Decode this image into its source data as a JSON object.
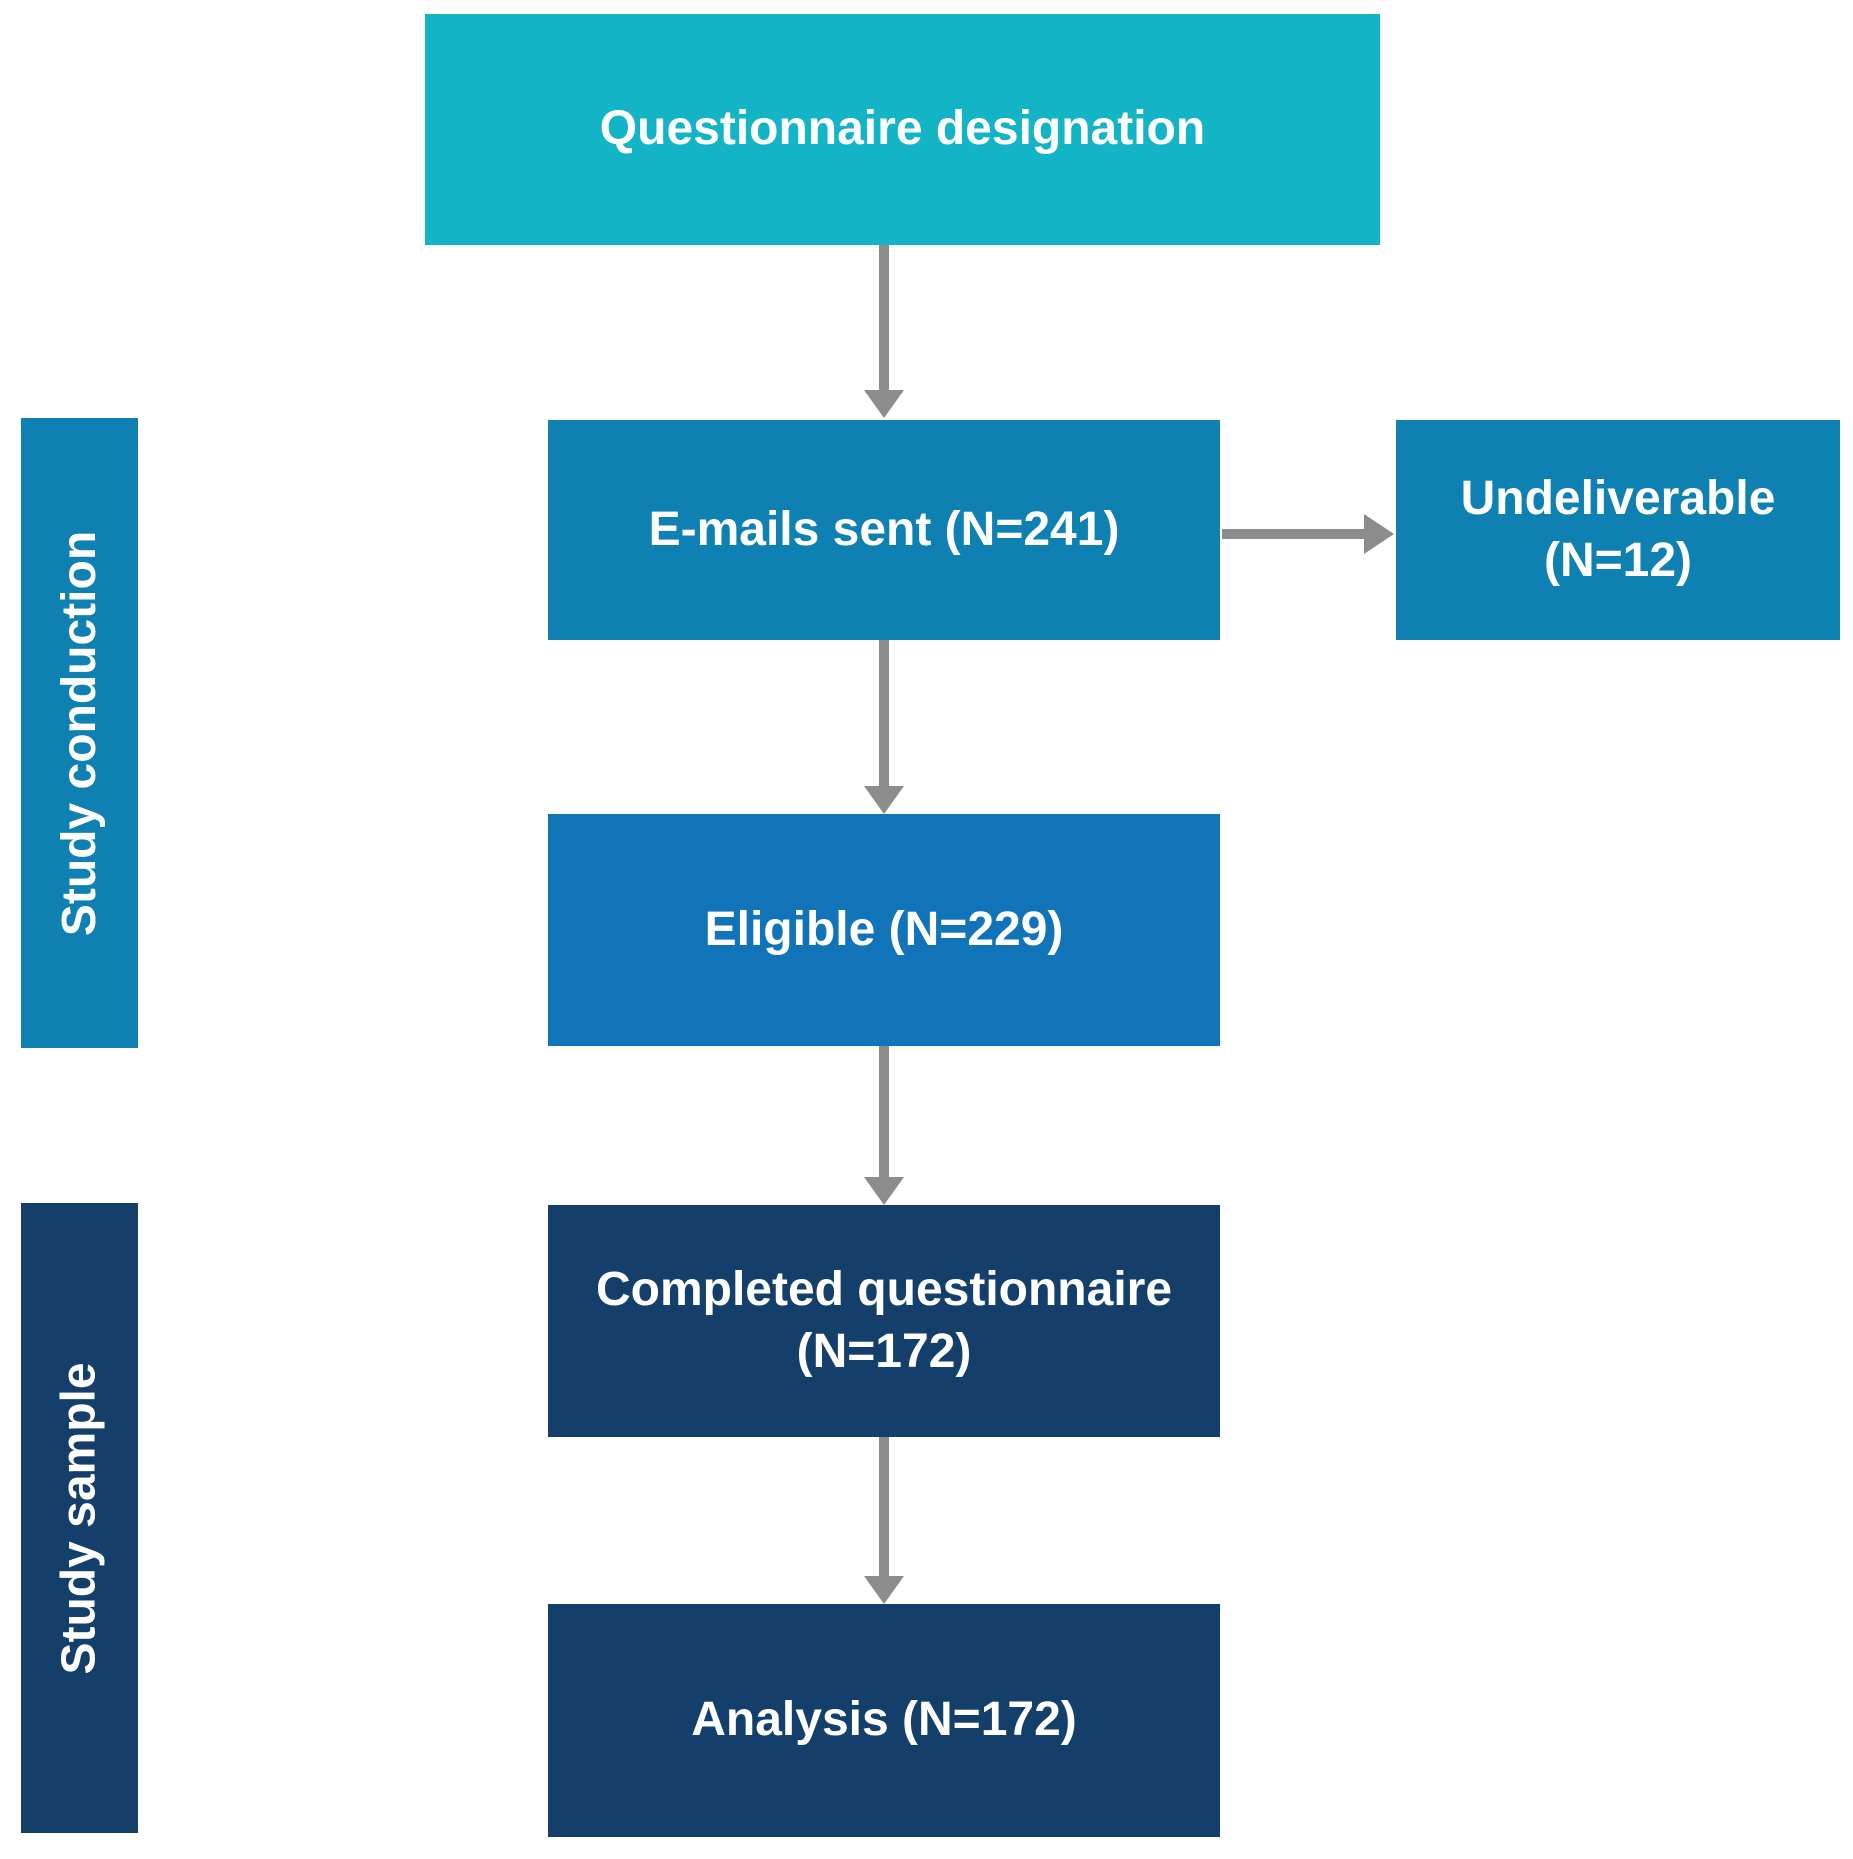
{
  "colors": {
    "teal": "#12B4C5",
    "mid_blue": "#0E80B1",
    "bright_blue": "#1173B8",
    "navy": "#143F6A",
    "arrow_gray": "#8C8C8C",
    "text_white": "#FFFFFF"
  },
  "flowchart": {
    "top_node": {
      "label": "Questionnaire designation"
    },
    "side_labels": {
      "study_conduction": "Study conduction",
      "study_sample": "Study sample"
    },
    "nodes": {
      "emails_sent": {
        "label": "E-mails sent (N=241)"
      },
      "undeliverable": {
        "line1": "Undeliverable",
        "line2": "(N=12)"
      },
      "eligible": {
        "label": "Eligible (N=229)"
      },
      "completed": {
        "line1": "Completed questionnaire",
        "line2": "(N=172)"
      },
      "analysis": {
        "label": "Analysis (N=172)"
      }
    }
  }
}
